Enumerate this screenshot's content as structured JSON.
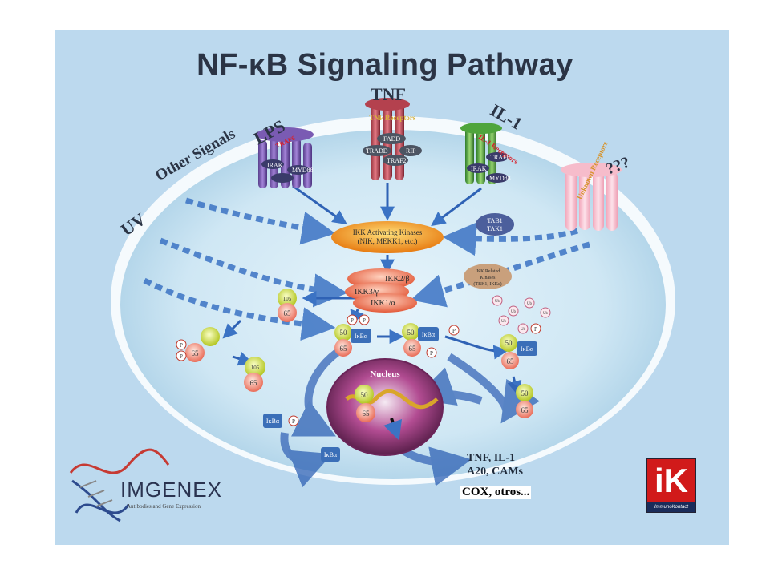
{
  "title": "NF-κB Signaling Pathway",
  "signals": {
    "lps": "LPS",
    "tnf": "TNF",
    "il1": "IL-1",
    "unknown": "???",
    "other": "Other Signals",
    "uv": "UV"
  },
  "receptors": {
    "lps_adaptors": [
      "TRAF6",
      "IRAK",
      "MYD88"
    ],
    "tnf_receptor": "TNF Receptors",
    "tnf_adaptors": [
      "FADD",
      "TRADD",
      "RIP",
      "TRAF2"
    ],
    "il1_receptor": "IL-1 Receptors",
    "il1_adaptors": [
      "TRAF6",
      "IRAK",
      "MYD88"
    ],
    "unknown_receptor": "Unknown Receptors"
  },
  "nodes": {
    "ikk_activating_1": "IKK Activating Kinases",
    "ikk_activating_2": "(NIK, MEKK1, etc.)",
    "tab_1": "TAB1",
    "tab_2": "TAK1",
    "ikk_related_1": "IKK Related",
    "ikk_related_2": "Kinases",
    "ikk_related_3": "(TBK1, IKKε)",
    "ikk2": "IKK2/β",
    "ikk3": "IKK3/γ",
    "ikk1": "IKK1/α",
    "nucleus": "Nucleus",
    "p50": "50",
    "p65": "65",
    "p105": "105",
    "ikba": "IκBα",
    "phos": "P",
    "ub": "Ub"
  },
  "targets": {
    "line1": "TNF, IL-1",
    "line2": "A20, CAMs"
  },
  "annotation": "COX, otros...",
  "logos": {
    "imgenex_name": "IMGENEX",
    "imgenex_tagline": "Antibodies and Gene Expression",
    "ik_mark": "iK",
    "ik_text": "ImmunoKontact"
  }
}
